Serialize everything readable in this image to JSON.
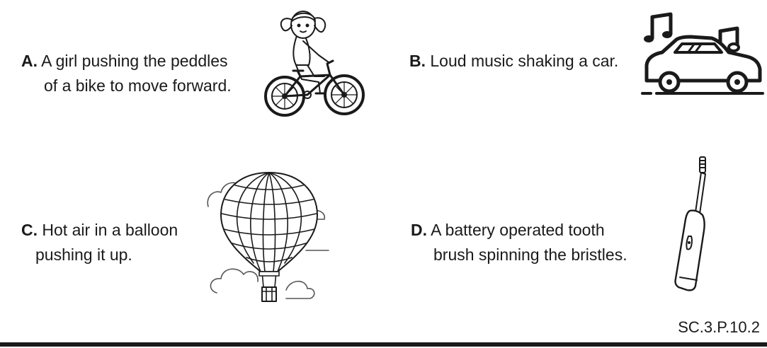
{
  "options": {
    "a": {
      "letter": "A.",
      "line1": "A girl pushing the peddles",
      "line2": "of a bike to move forward."
    },
    "b": {
      "letter": "B.",
      "line1": "Loud music shaking a car."
    },
    "c": {
      "letter": "C.",
      "line1": "Hot air in a balloon",
      "line2": "pushing it up."
    },
    "d": {
      "letter": "D.",
      "line1": "A battery operated tooth",
      "line2": "brush spinning the bristles."
    }
  },
  "images": {
    "a": "girl-on-bike-illustration",
    "b": "car-with-music-notes-icon",
    "c": "hot-air-balloon-illustration",
    "d": "electric-toothbrush-illustration"
  },
  "footer": {
    "standard_code": "SC.3.P.10.2"
  },
  "colors": {
    "ink": "#1a1a1a",
    "background": "#ffffff"
  }
}
